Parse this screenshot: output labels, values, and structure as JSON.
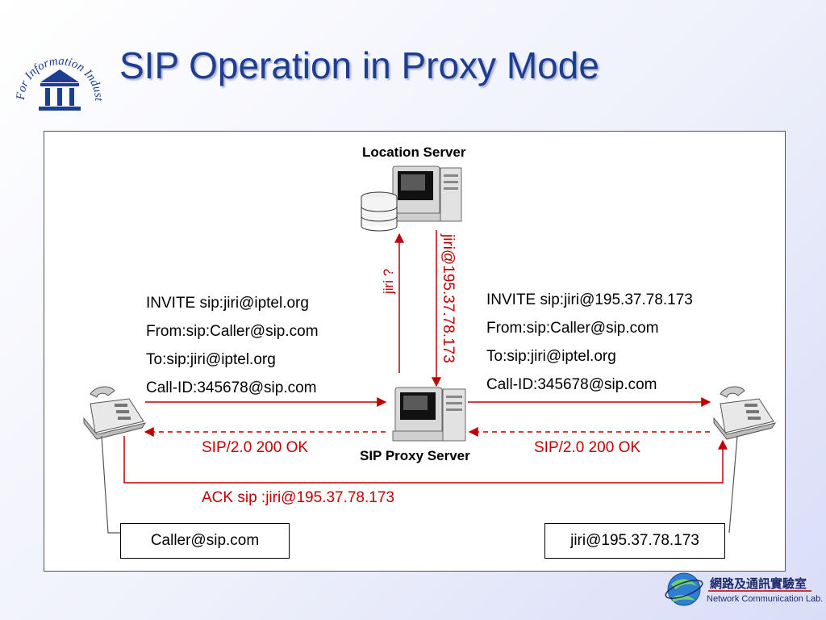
{
  "title": "SIP Operation in Proxy Mode",
  "logo": {
    "text": "For Information Industry Institute",
    "emblem": "III"
  },
  "location_server": {
    "label": "Location Server"
  },
  "proxy_server": {
    "label": "SIP Proxy Server"
  },
  "query_label": "jiri ?",
  "response_label": "jiri@195.37.78.173",
  "invite_left": {
    "line1": "INVITE sip:jiri@iptel.org",
    "line2": "From:sip:Caller@sip.com",
    "line3": "To:sip:jiri@iptel.org",
    "line4": "Call-ID:345678@sip.com"
  },
  "invite_right": {
    "line1": "INVITE sip:jiri@195.37.78.173",
    "line2": "From:sip:Caller@sip.com",
    "line3": "To:sip:jiri@iptel.org",
    "line4": "Call-ID:345678@sip.com"
  },
  "ok_left": "SIP/2.0 200 OK",
  "ok_right": "SIP/2.0 200 OK",
  "ack": "ACK sip :jiri@195.37.78.173",
  "caller_box": "Caller@sip.com",
  "callee_box": "jiri@195.37.78.173",
  "footer": {
    "lab_name_zh": "網路及通訊實驗室",
    "lab_name_en": "Network Communication Lab."
  },
  "colors": {
    "title": "#1d3d8f",
    "arrow": "#c00000",
    "accent_text": "#c00000"
  }
}
